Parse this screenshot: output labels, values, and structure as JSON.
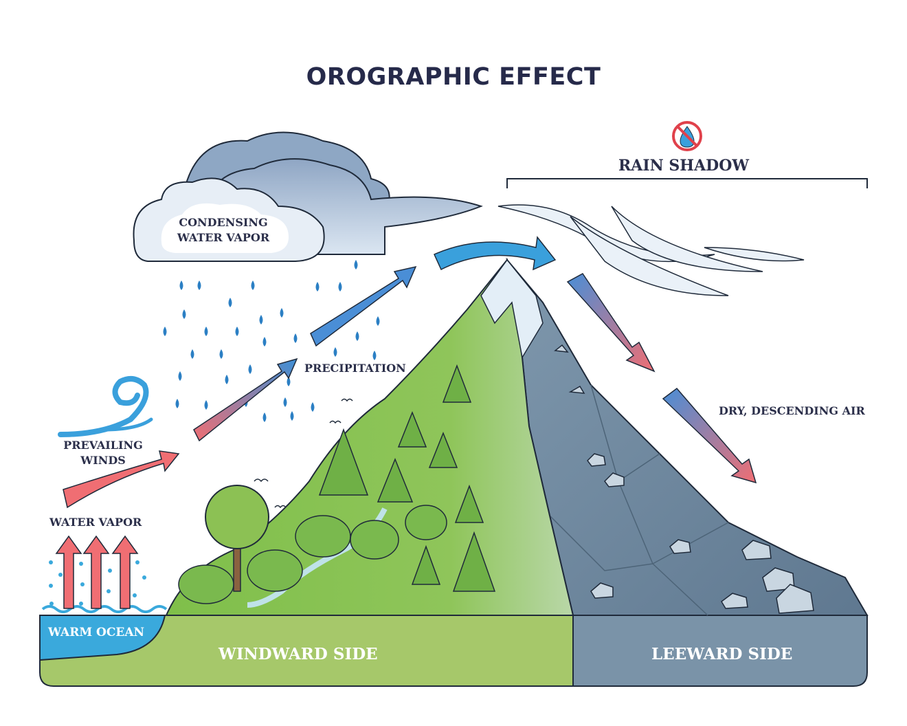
{
  "title": "OROGRAPHIC EFFECT",
  "labels": {
    "rain_shadow": "RAIN SHADOW",
    "condensing_line1": "CONDENSING",
    "condensing_line2": "WATER VAPOR",
    "precipitation": "PRECIPITATION",
    "prevailing_line1": "PREVAILING",
    "prevailing_line2": "WINDS",
    "water_vapor": "WATER VAPOR",
    "dry_air": "DRY, DESCENDING AIR",
    "warm_ocean": "WARM OCEAN",
    "windward_side": "WINDWARD SIDE",
    "leeward_side": "LEEWARD SIDE"
  },
  "icons": [
    "no-rain-icon",
    "wind-swirl-icon",
    "cloud-icon",
    "mountain-icon",
    "tree-icon",
    "bird-icon",
    "rain-drop-icon",
    "arrow-icon"
  ],
  "colors": {
    "windward_ground": "#a6c86a",
    "leeward_ground": "#7a93a8",
    "ocean": "#3aa9dc",
    "warm_arrow": "#f06e73",
    "cool_arrow": "#3aa0dc",
    "rain": "#2b7fc4",
    "title": "#262a4a"
  }
}
